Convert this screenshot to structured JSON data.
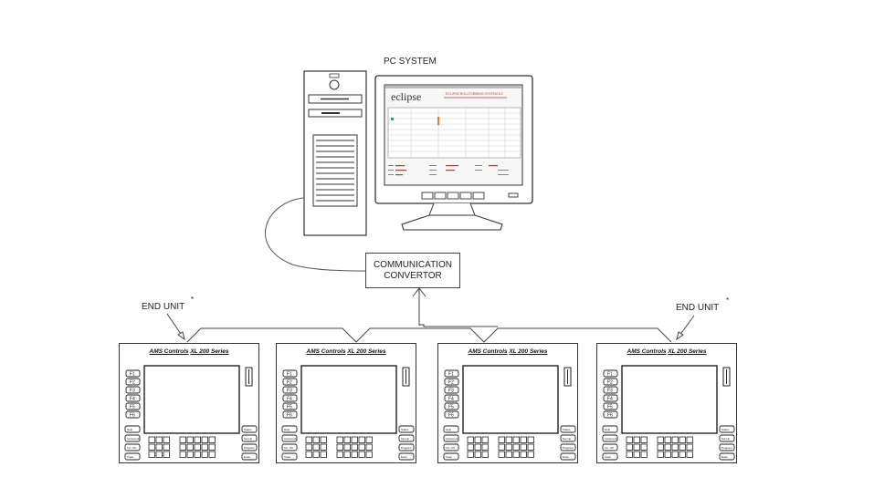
{
  "pc_system": {
    "label": "PC SYSTEM",
    "screen": {
      "logo": "eclipse",
      "banner": "ECLIPSE ROLLFORMING SYSTEM 6.0"
    }
  },
  "converter": {
    "line1": "COMMUNICATION",
    "line2": "CONVERTOR"
  },
  "end_units": {
    "left_label": "END UNIT",
    "right_label": "END UNIT",
    "marker": "*"
  },
  "units": [
    {
      "brand": "AMS Controls",
      "model": "XL 200 Series"
    },
    {
      "brand": "AMS Controls",
      "model": "XL 200 Series"
    },
    {
      "brand": "AMS Controls",
      "model": "XL 200 Series"
    },
    {
      "brand": "AMS Controls",
      "model": "XL 200 Series"
    }
  ],
  "keypad": {
    "function_keys": [
      "F1",
      "F2",
      "F3",
      "F4",
      "F5",
      "F6"
    ],
    "left_keys": [
      "Help",
      "Increment",
      "Inc. Off",
      "Clear"
    ],
    "right_keys": [
      "Status",
      "Set Up",
      "Program",
      "Enter"
    ]
  },
  "colors": {
    "line": "#333333",
    "screen_bg": "#f4f4f4",
    "banner_red": "#c0392b"
  }
}
